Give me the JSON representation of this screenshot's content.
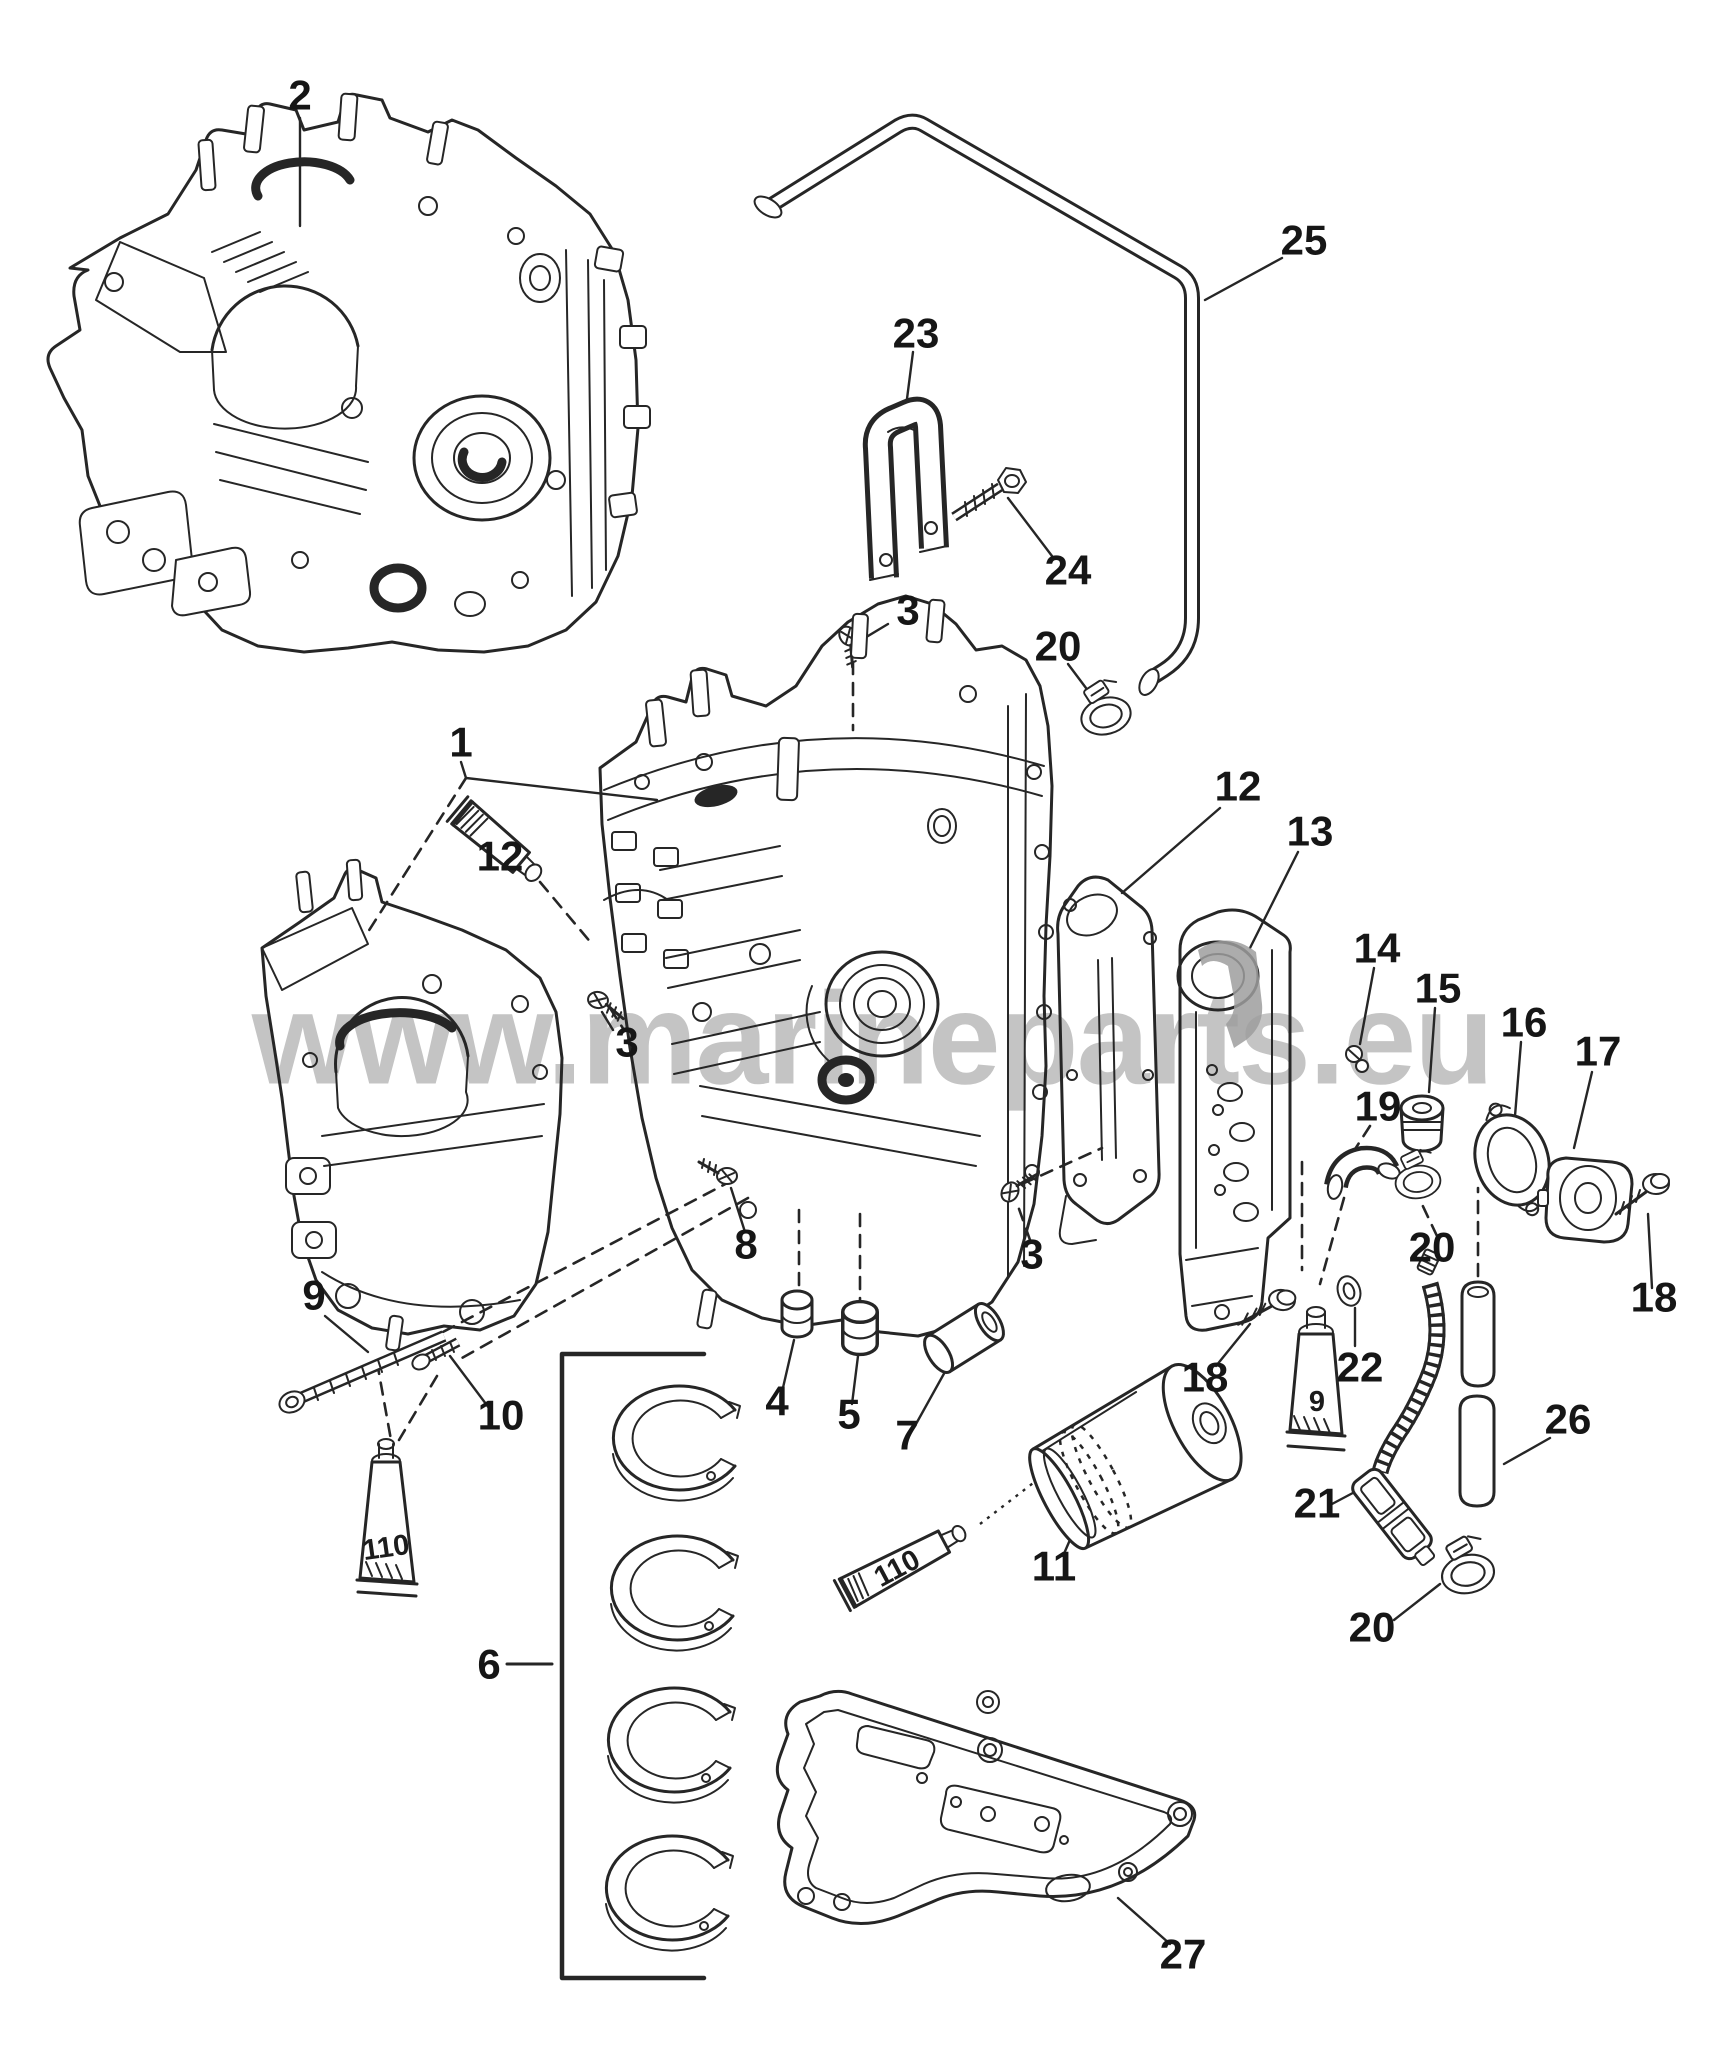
{
  "diagram": {
    "watermark": "www.marineparts.eu",
    "colors": {
      "line": "#262626",
      "wm": "#c4c4c4",
      "shade": "#9e9e9e"
    },
    "callouts": {
      "c1": "1",
      "c2": "2",
      "c3_top": "3",
      "c3_mid": "3",
      "c3_low": "3",
      "c4": "4",
      "c5": "5",
      "c6": "6",
      "c7": "7",
      "c8": "8",
      "c9": "9",
      "c10": "10",
      "c11": "11",
      "c12_left": "12",
      "c12_right": "12",
      "c13": "13",
      "c14": "14",
      "c15": "15",
      "c16": "16",
      "c17": "17",
      "c18_left": "18",
      "c18_right": "18",
      "c19": "19",
      "c20_hose": "20",
      "c20_mid": "20",
      "c20_low": "20",
      "c21": "21",
      "c22": "22",
      "c23": "23",
      "c24": "24",
      "c25": "25",
      "c26": "26",
      "c27": "27"
    },
    "tube_labels": {
      "sealant_110_left": "110",
      "sealant_110_right": "110",
      "sealant_9": "9"
    }
  }
}
